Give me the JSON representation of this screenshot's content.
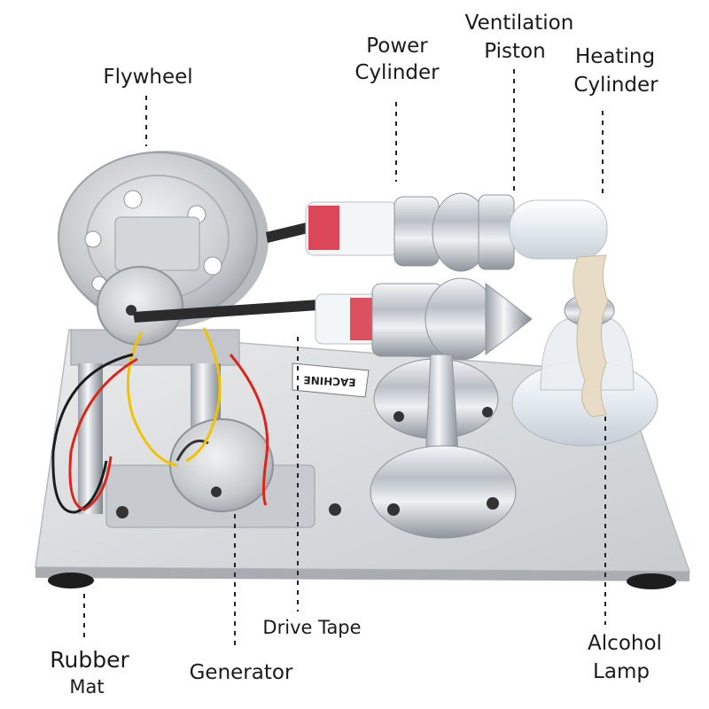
{
  "labels": {
    "flywheel": "Flywheel",
    "power_cylinder_1": "Power",
    "power_cylinder_2": "Cylinder",
    "ventilation_piston_1": "Ventilation",
    "ventilation_piston_2": "Piston",
    "heating_cylinder_1": "Heating",
    "heating_cylinder_2": "Cylinder",
    "drive_tape": "Drive Tape",
    "alcohol_lamp_1": "Alcohol",
    "alcohol_lamp_2": "Lamp",
    "rubber_mat_1": "Rubber",
    "rubber_mat_2": "Mat",
    "generator": "Generator"
  },
  "brand_plate_text": "EACHINE",
  "colors": {
    "metal": "#cfd2d6",
    "metal_dark": "#8d9399",
    "base_plate": "#dcdedf",
    "tape": "#2b2b2b",
    "wire_red": "#d9261c",
    "wire_yellow": "#f2c200",
    "glass": "#eef3f6",
    "wick": "#e8dcc6",
    "red_seal": "#d6283a"
  }
}
